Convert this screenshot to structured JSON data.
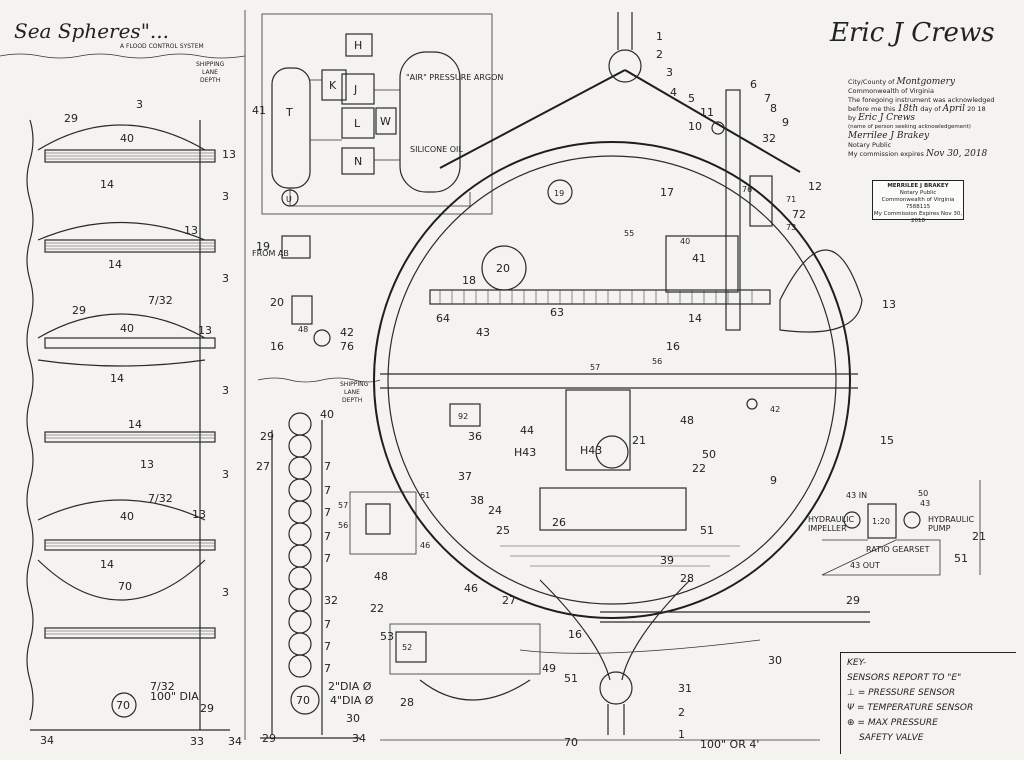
{
  "title": "Sea Spheres\"...",
  "subtitle": "A FLOOD CONTROL SYSTEM",
  "signature": "Eric J Crews",
  "notary": {
    "county_label": "City/County of",
    "county_value": "Montgomery",
    "state": "Commonwealth of Virginia",
    "ack_line": "The foregoing instrument was acknowledged",
    "before_me": "before me this",
    "day": "18th",
    "day_of": "day of",
    "month": "April",
    "year": "20 18",
    "by": "by",
    "by_name": "Eric J Crews",
    "name_note": "(name of person seeking acknowledgement)",
    "notary_sig": "Merrilee J Brakey",
    "notary_label": "Notary Public",
    "commission_label": "My commission expires",
    "commission_value": "Nov 30, 2018"
  },
  "stamp": {
    "name": "MERRILEE J BRAKEY",
    "title": "Notary Public",
    "state": "Commonwealth of Virginia",
    "reg": "7588115",
    "expires": "My Commission Expires Nov 30, 2018"
  },
  "key": {
    "heading": "KEY-",
    "line1": "SENSORS REPORT TO \"E\"",
    "pressure": "= PRESSURE SENSOR",
    "temperature": "= TEMPERATURE SENSOR",
    "valve1": "= MAX PRESSURE",
    "valve2": "SAFETY VALVE"
  },
  "labels": {
    "shipping_lane_top": "SHIPPING LANE DEPTH",
    "shipping_lane_mid": "SHIPPING LANE DEPTH",
    "air_pressure": "\"AIR\" PRESSURE ARGON",
    "silicone_oil": "SILICONE OIL",
    "hydraulic_impeller": "HYDRAULIC IMPELLER",
    "hydraulic_pump": "HYDRAULIC PUMP",
    "ratio": "1:20",
    "ratio_gearset": "RATIO GEARSET",
    "in43": "43 IN",
    "out43": "43 OUT",
    "dia_100_left": "100\" DIA",
    "dia_2": "2\"DIA Ø",
    "dia_4": "4\"DIA Ø",
    "dim_bottom": "100\" OR 4'",
    "from_ab": "FROM AB"
  },
  "part_numbers": {
    "left_col": [
      "3",
      "29",
      "40",
      "13",
      "14",
      "3",
      "13",
      "14",
      "3",
      "7/32",
      "29",
      "40",
      "13",
      "14",
      "3",
      "14",
      "13",
      "3",
      "7/32",
      "40",
      "13",
      "14",
      "70",
      "3",
      "70",
      "7/32",
      "29",
      "34",
      "33",
      "34"
    ],
    "mid_col": [
      "40",
      "29",
      "7",
      "27",
      "7",
      "7",
      "7",
      "7",
      "7",
      "32",
      "7",
      "7",
      "7",
      "29",
      "70",
      "30",
      "34"
    ],
    "center": [
      "1",
      "2",
      "3",
      "4",
      "5",
      "6",
      "7",
      "8",
      "9",
      "10",
      "11",
      "32",
      "12",
      "13",
      "14",
      "15",
      "16",
      "17",
      "18",
      "19",
      "20",
      "21",
      "22",
      "24",
      "25",
      "26",
      "27",
      "28",
      "29",
      "30",
      "31",
      "36",
      "37",
      "38",
      "39",
      "40",
      "41",
      "42",
      "43",
      "44",
      "48",
      "49",
      "50",
      "51",
      "52",
      "53",
      "55",
      "56",
      "57",
      "63",
      "64",
      "71",
      "72",
      "73",
      "76"
    ]
  }
}
